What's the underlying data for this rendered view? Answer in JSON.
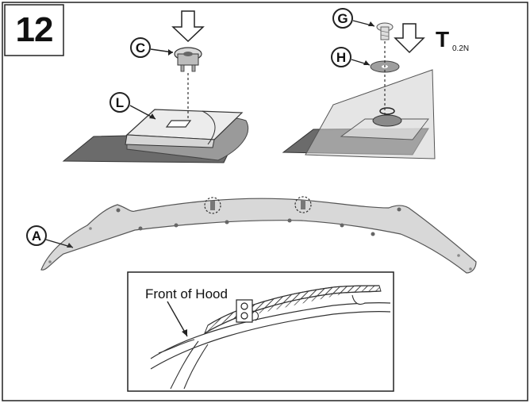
{
  "step": {
    "number": "12"
  },
  "callouts": {
    "clip_nut": "C",
    "deflector_tab": "L",
    "screw": "G",
    "washer": "H",
    "deflector": "A"
  },
  "torque": {
    "symbol": "T",
    "value": "0.2N"
  },
  "inset": {
    "label": "Front of Hood"
  }
}
